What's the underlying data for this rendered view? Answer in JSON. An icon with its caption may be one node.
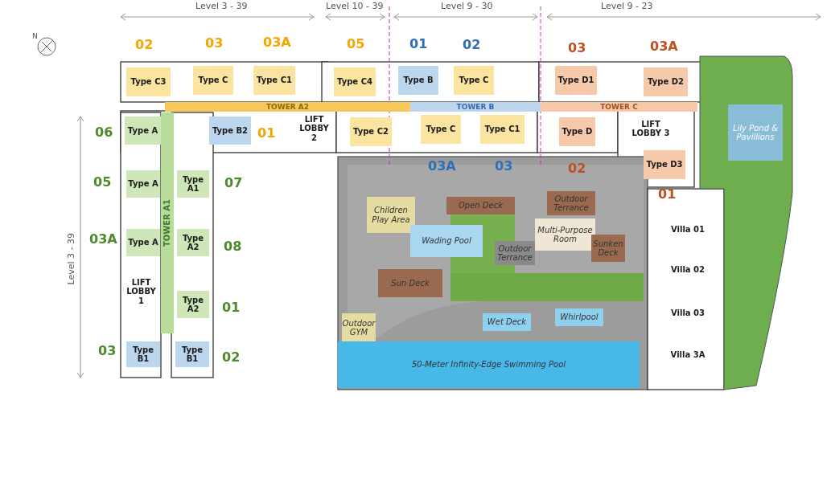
{
  "diagram": {
    "nodes": [
      {
        "text": [
          "Type C3"
        ]
      },
      {
        "text": [
          "Type C"
        ]
      },
      {
        "text": [
          "Type C1"
        ]
      },
      {
        "text": [
          "Type C4"
        ]
      },
      {
        "text": [
          "Type B"
        ]
      },
      {
        "text": [
          "Type C"
        ]
      },
      {
        "text": [
          "Type D1"
        ]
      },
      {
        "text": [
          "Type D2"
        ]
      },
      {
        "text": [
          "TOWER A2"
        ]
      },
      {
        "text": [
          "TOWER B"
        ]
      },
      {
        "text": [
          "TOWER C"
        ]
      },
      {
        "text": [
          "Type A"
        ]
      },
      {
        "text": [
          "Type B2"
        ]
      },
      {
        "text": [
          "LIFT LOBBY 2"
        ]
      },
      {
        "text": [
          "Type C2"
        ]
      },
      {
        "text": [
          "Type C"
        ]
      },
      {
        "text": [
          "Type C1"
        ]
      },
      {
        "text": [
          "Type D"
        ]
      },
      {
        "text": [
          "LIFT LOBBY 3"
        ]
      },
      {
        "text": [
          "Lily Pond & Pavillions"
        ]
      },
      {
        "text": [
          "Type A"
        ]
      },
      {
        "text": [
          "Type A1"
        ]
      },
      {
        "text": [
          "Type D3"
        ]
      },
      {
        "text": [
          "Children Play Area"
        ]
      },
      {
        "text": [
          "Open Deck"
        ]
      },
      {
        "text": [
          "Outdoor Terrance"
        ]
      },
      {
        "text": [
          "Wading Pool"
        ]
      },
      {
        "text": [
          "Multi-Purpose Room"
        ]
      },
      {
        "text": [
          "Outdoor Terrance"
        ]
      },
      {
        "text": [
          "Sunken Deck"
        ]
      },
      {
        "text": [
          "Type A"
        ]
      },
      {
        "text": [
          "Type A2"
        ]
      },
      {
        "text": [
          "Villa 01"
        ]
      },
      {
        "text": [
          "Villa 02"
        ]
      },
      {
        "text": [
          "TOWER A1"
        ]
      },
      {
        "text": [
          "LIFT LOBBY 1"
        ]
      },
      {
        "text": [
          "Type A2"
        ]
      },
      {
        "text": [
          "Sun Deck"
        ]
      },
      {
        "text": [
          "Outdoor GYM"
        ]
      },
      {
        "text": [
          "Wet Deck"
        ]
      },
      {
        "text": [
          "Whirlpool"
        ]
      },
      {
        "text": [
          "Villa 03"
        ]
      },
      {
        "text": [
          "Type B1"
        ]
      },
      {
        "text": [
          "Type B1"
        ]
      },
      {
        "text": [
          "50-Meter Infinity-Edge Swimming Pool"
        ]
      },
      {
        "text": [
          "Villa 3A"
        ]
      }
    ],
    "labels": [
      "Level 3 - 39",
      "Level 10 - 39",
      "Level 9 - 30",
      "Level 9 - 23",
      "N",
      "02",
      "03",
      "03A",
      "05",
      "01",
      "02",
      "03",
      "03A",
      "06",
      "01",
      "05",
      "07",
      "03A",
      "08",
      "Level 3 - 39",
      "01",
      "03",
      "02",
      "03A",
      "03",
      "02",
      "01"
    ]
  }
}
